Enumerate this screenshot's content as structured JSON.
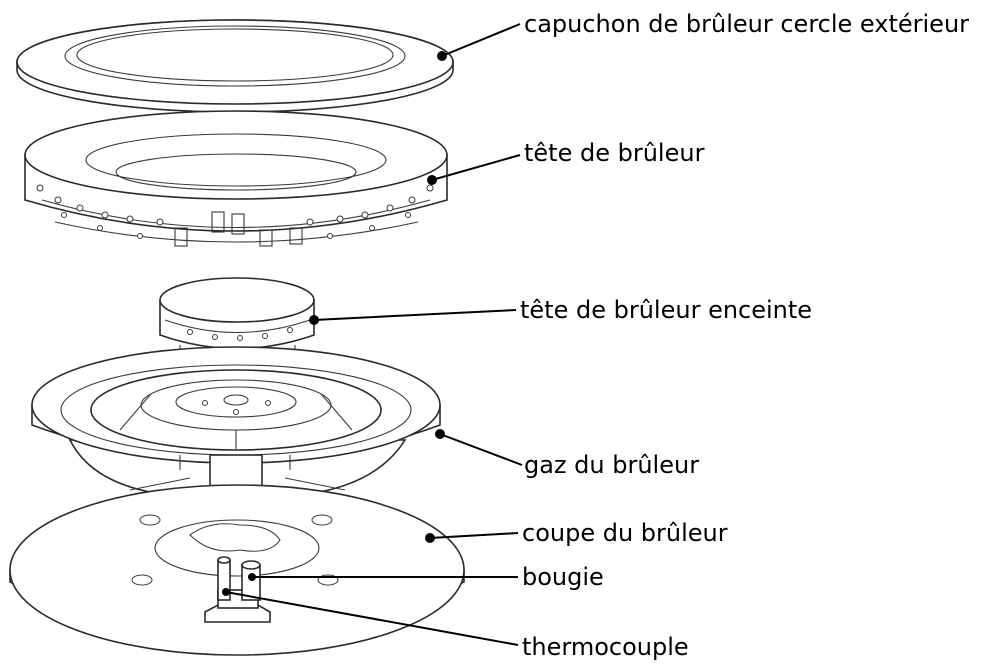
{
  "callouts": {
    "outer_cap": "capuchon de brûleur cercle extérieur",
    "burner_head": "tête de brûleur",
    "inner_head": "tête de brûleur enceinte",
    "burner_gas": "gaz du brûleur",
    "burner_cup": "coupe du brûleur",
    "spark_plug": "bougie",
    "thermocouple": "thermocouple"
  },
  "colors": {
    "line": "#2a2a2a",
    "leader": "#000000",
    "background": "#ffffff"
  }
}
